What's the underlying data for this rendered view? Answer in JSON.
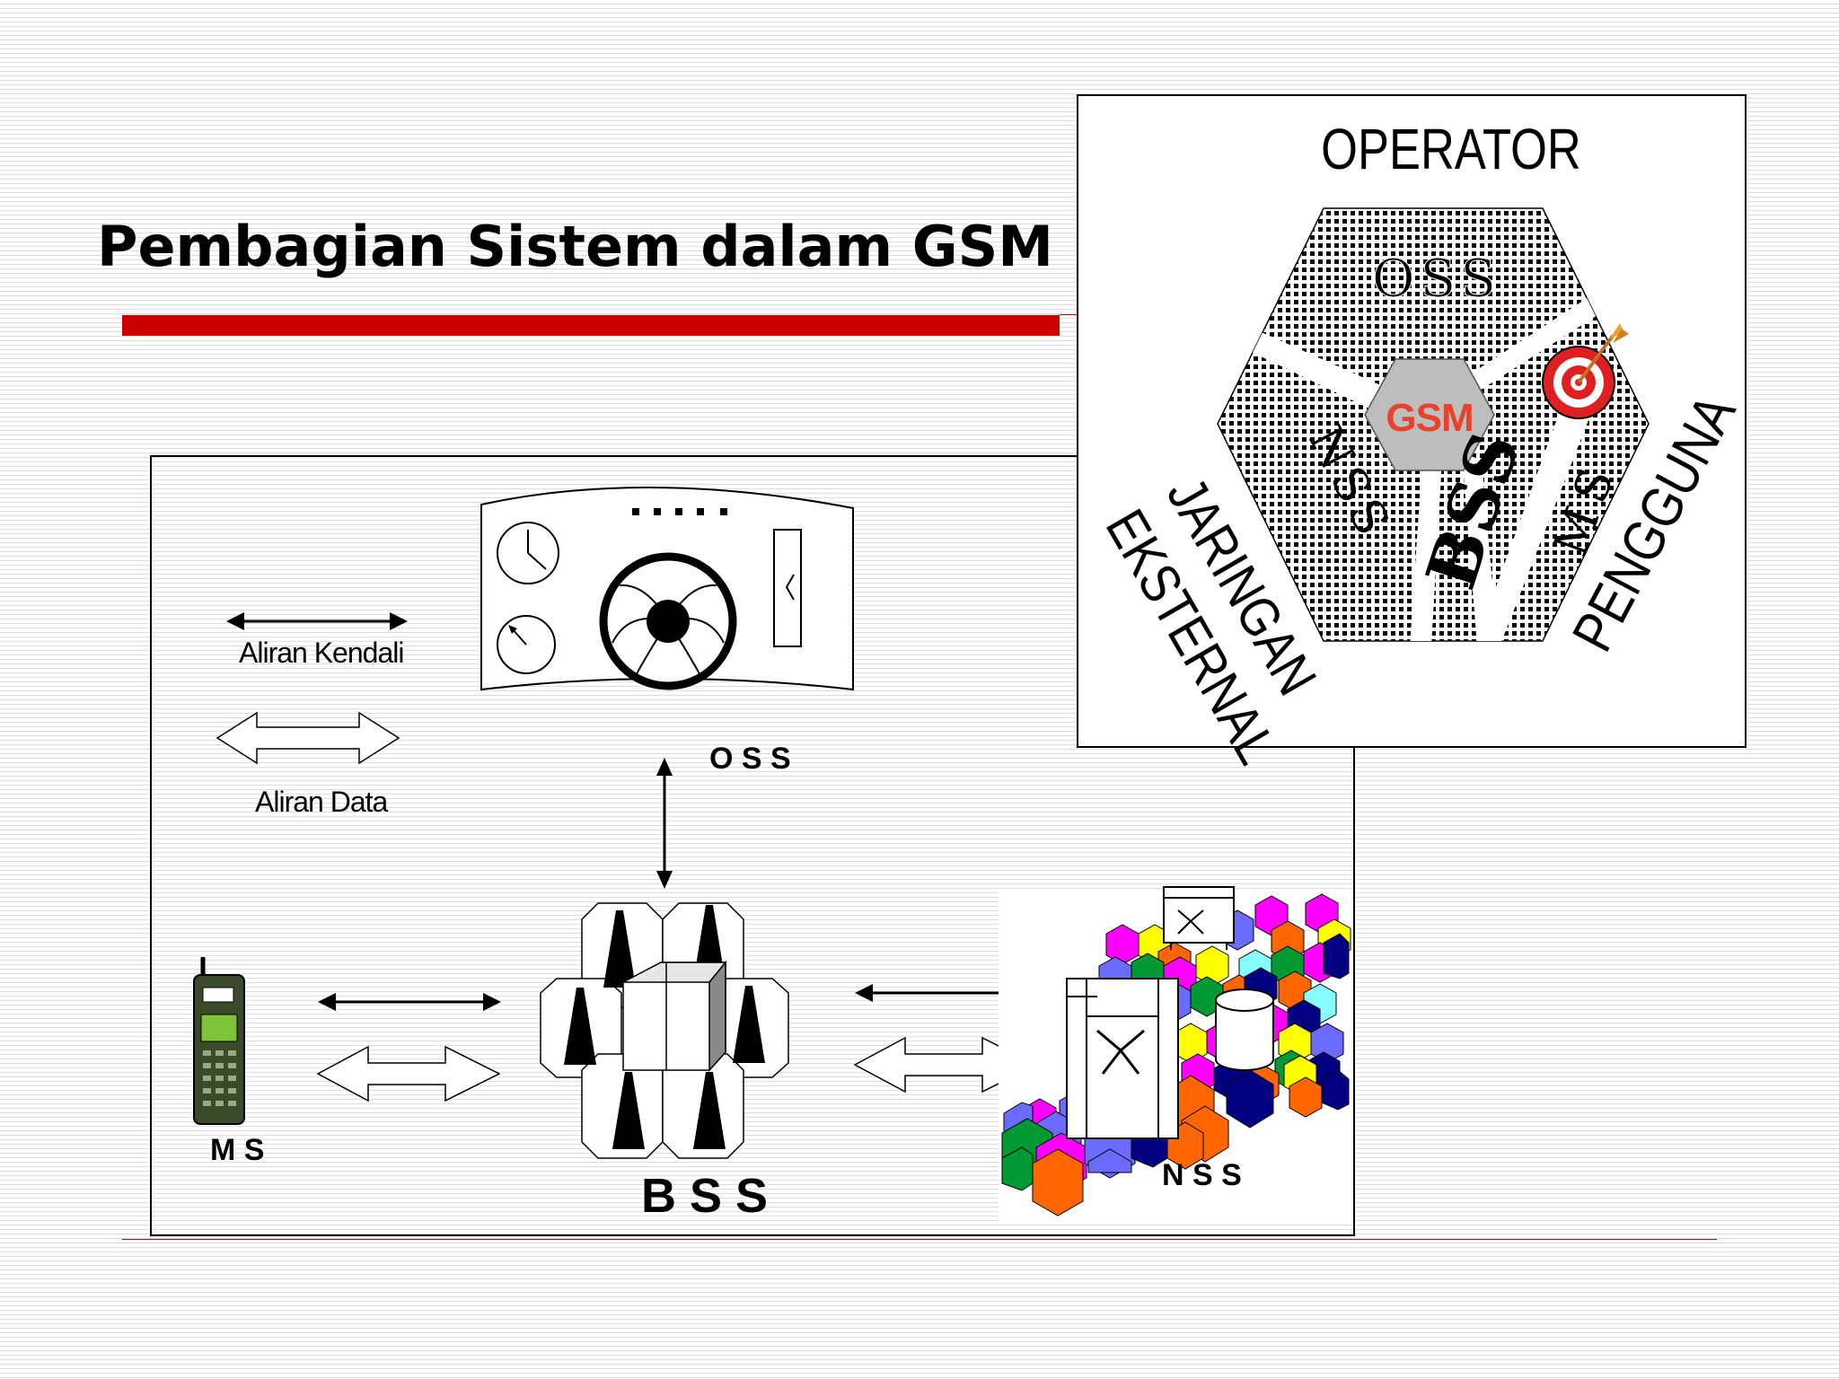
{
  "slide": {
    "title": "Pembagian Sistem dalam GSM"
  },
  "legend": {
    "control_flow_label": "Aliran Kendali",
    "data_flow_label": "Aliran Data"
  },
  "nodes": {
    "oss_label": "O S S",
    "ms_label": "M S",
    "bss_label": "B S S",
    "nss_label": "N S S"
  },
  "hexagon_panel": {
    "operator_label": "OPERATOR",
    "oss_label": "OSS",
    "nss_label": "NSS",
    "bss_label": "BSS",
    "ms_label": "MS",
    "external_network_line1": "JARINGAN",
    "external_network_line2": "EKSTERNAL",
    "user_label": "PENGGUNA",
    "logo_text": "GSM"
  },
  "colors": {
    "title_bar": "#cc0000",
    "logo_red": "#e8412c",
    "center_hex": "#bdbdbd"
  }
}
